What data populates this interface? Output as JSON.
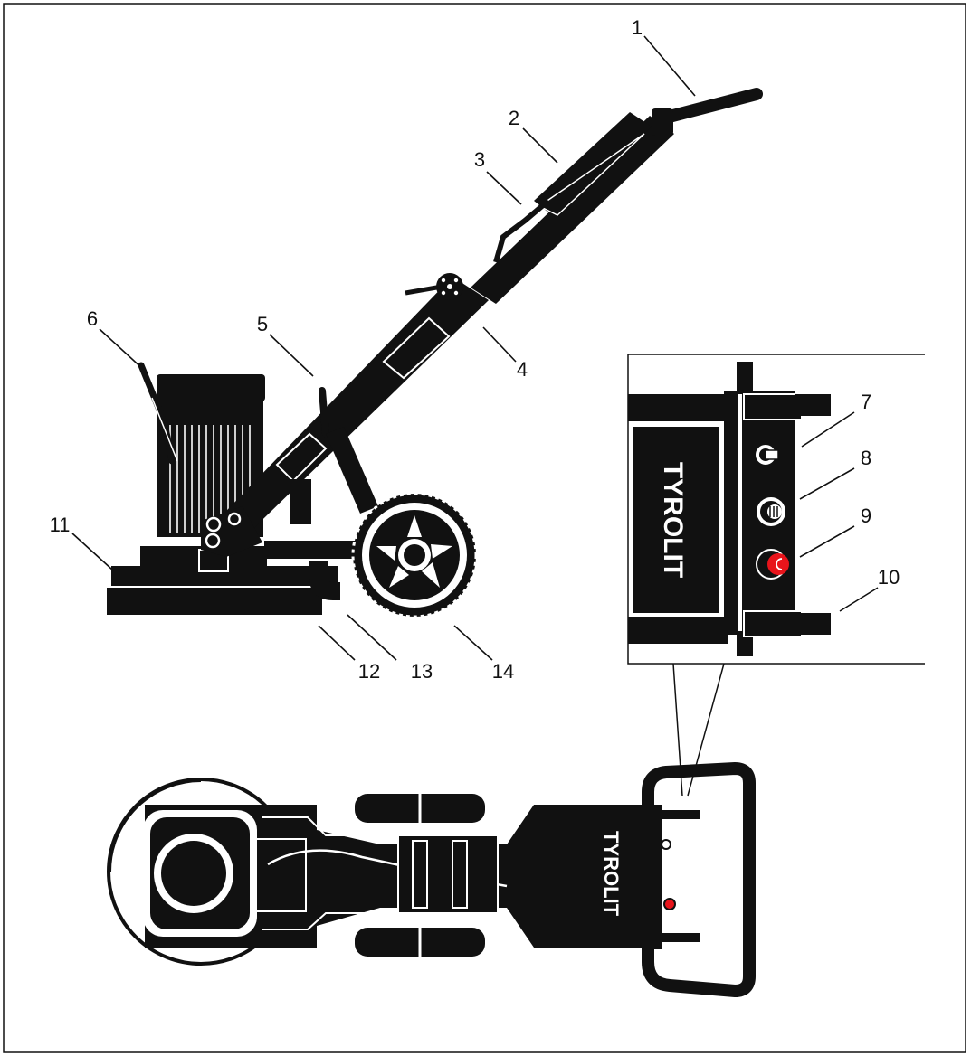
{
  "colors": {
    "ink": "#111111",
    "paper": "#ffffff",
    "emergency_stop": "#e8141b"
  },
  "brand_logo_text": "TYROLIT",
  "callouts": [
    "1",
    "2",
    "3",
    "4",
    "5",
    "6",
    "7",
    "8",
    "9",
    "10",
    "11",
    "12",
    "13",
    "14"
  ]
}
